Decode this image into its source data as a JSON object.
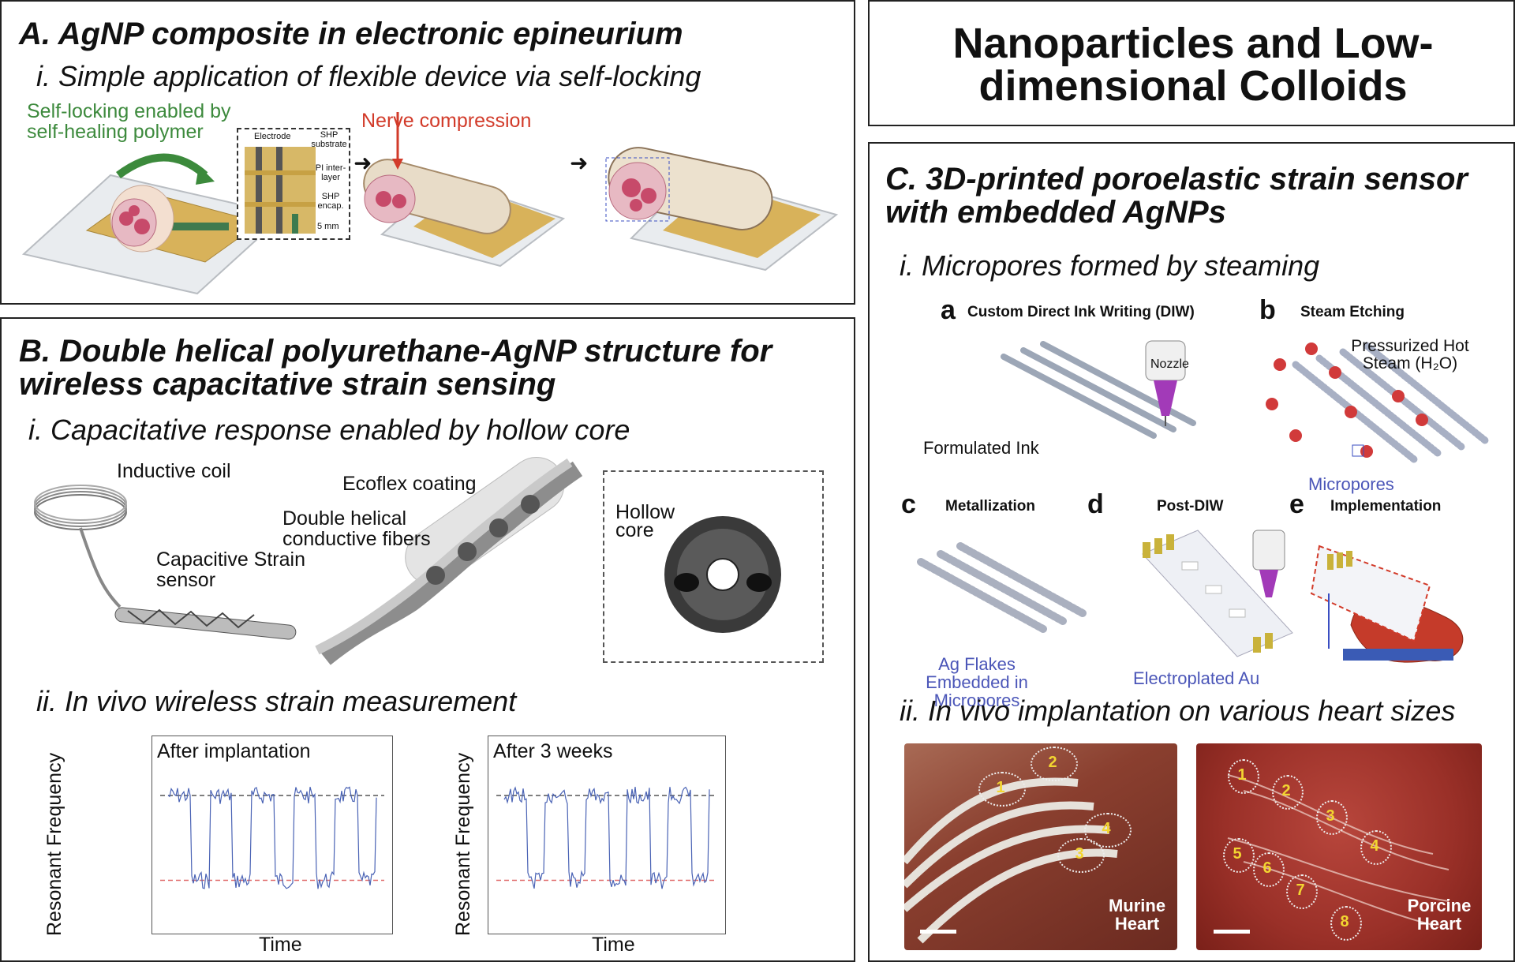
{
  "main_title": "Nanoparticles and Low-dimensional Colloids",
  "panelA": {
    "title": "A. AgNP composite in electronic epineurium",
    "sub_i": "i. Simple application of flexible device via self-locking",
    "self_locking": "Self-locking enabled by self-healing polymer",
    "nerve_compression": "Nerve compression",
    "inset": {
      "electrode": "Electrode",
      "shp_substrate": "SHP substrate",
      "pi_interlayer": "PI inter-layer",
      "shp_encap": "SHP encap.",
      "scale": "5 mm"
    }
  },
  "panelB": {
    "title_line1": "B. Double helical polyurethane-AgNP structure for",
    "title_line2": "wireless capacitative strain sensing",
    "sub_i": "i. Capacitative response enabled by hollow core",
    "inductive_coil": "Inductive coil",
    "capacitive_sensor": "Capacitive Strain sensor",
    "ecoflex": "Ecoflex coating",
    "double_helical": "Double helical conductive fibers",
    "hollow_core": "Hollow core",
    "sub_ii": "ii. In vivo wireless strain measurement",
    "plot1_title": "After implantation",
    "plot2_title": "After 3 weeks",
    "ylabel": "Resonant Frequency",
    "xlabel": "Time"
  },
  "panelC": {
    "title_line1": "C. 3D-printed poroelastic strain sensor",
    "title_line2": "with embedded AgNPs",
    "sub_i": "i. Micropores formed by steaming",
    "step_a_letter": "a",
    "step_a": "Custom Direct Ink Writing (DIW)",
    "nozzle": "Nozzle",
    "formulated_ink": "Formulated Ink",
    "step_b_letter": "b",
    "step_b": "Steam Etching",
    "pressurized_steam": "Pressurized Hot Steam (H₂O)",
    "micropores": "Micropores",
    "step_c_letter": "c",
    "step_c": "Metallization",
    "ag_flakes": "Ag Flakes Embedded in Micropores",
    "step_d_letter": "d",
    "step_d": "Post-DIW",
    "electroplated": "Electroplated Au",
    "step_e_letter": "e",
    "step_e": "Implementation",
    "sub_ii": "ii. In vivo implantation on various heart sizes",
    "murine_label": "Murine Heart",
    "porcine_label": "Porcine Heart",
    "murine_markers": [
      "1",
      "2",
      "3",
      "4"
    ],
    "porcine_markers": [
      "1",
      "2",
      "3",
      "4",
      "5",
      "6",
      "7",
      "8"
    ]
  },
  "colors": {
    "trace": "#4a63b5",
    "upper_dash": "#555555",
    "lower_dash": "#e06a6a",
    "gold": "#c9a33c",
    "nozzle": "#a23ab8"
  }
}
